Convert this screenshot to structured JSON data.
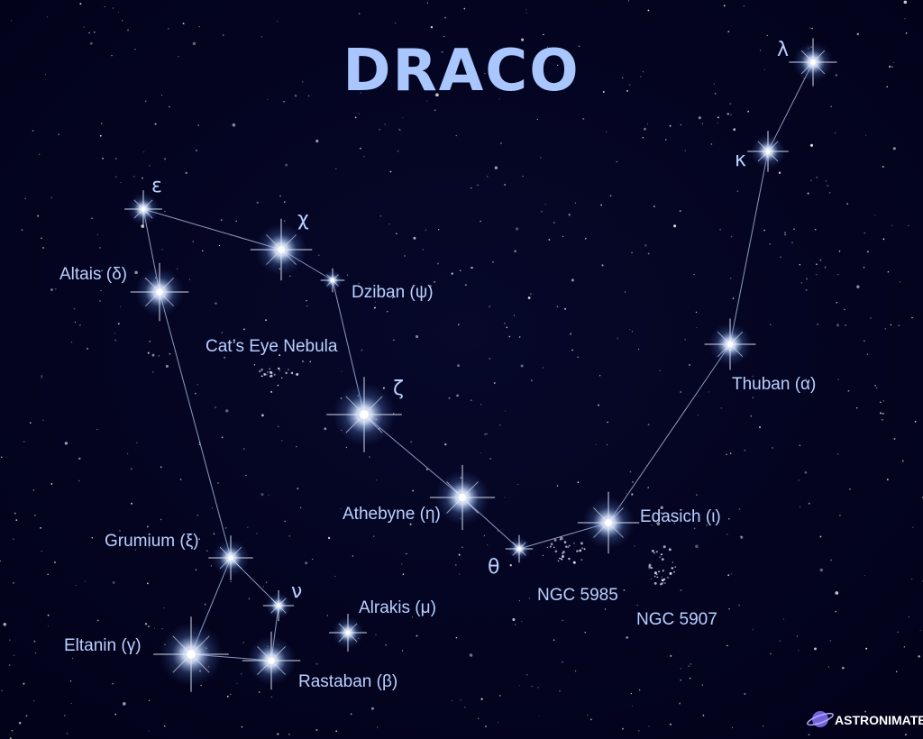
{
  "title": "DRACO",
  "brand": {
    "name": "ASTRONIMATE",
    "logo_icon": "planet-icon"
  },
  "colors": {
    "background": "#03031a",
    "text": "#b9d0ff",
    "line": "#c7d8ff",
    "title": "#a9c6ff"
  },
  "labels": {
    "epsilon": "ε",
    "chi": "χ",
    "altais": "Altais (δ)",
    "dziban": "Dziban (ψ)",
    "cats_eye": "Cat’s Eye Nebula",
    "zeta": "ζ",
    "thuban": "Thuban (α)",
    "kappa": "κ",
    "lambda": "λ",
    "athebyne": "Athebyne (η)",
    "edasich": "Edasich (ι)",
    "theta": "θ",
    "ngc5985": "NGC 5985",
    "ngc5907": "NGC 5907",
    "grumium": "Grumium (ξ)",
    "nu": "ν",
    "alrakis": "Alrakis (μ)",
    "eltanin": "Eltanin (γ)",
    "rastaban": "Rastaban (β)"
  }
}
